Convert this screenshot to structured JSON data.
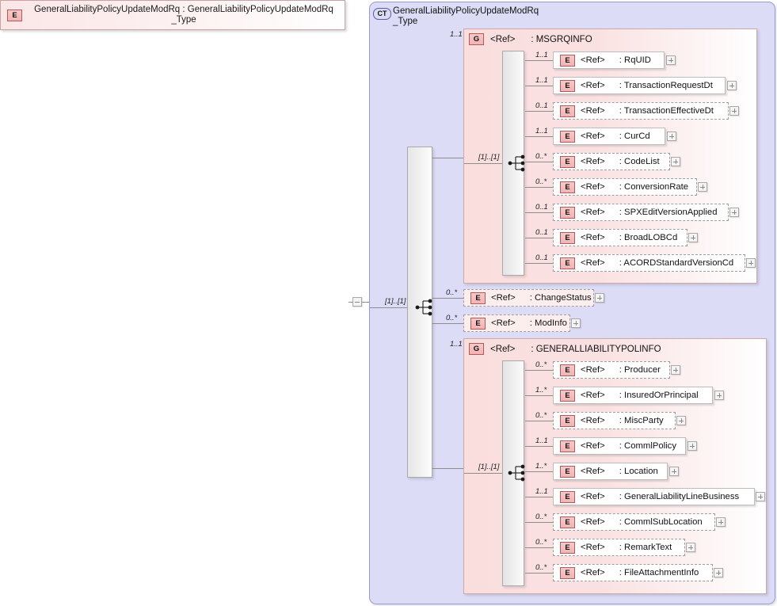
{
  "diagram": {
    "type": "xsd-schema-diagram",
    "root_element": {
      "badge": "E",
      "name": "GeneralLiabilityPolicyUpdateModRq",
      "type": "GeneralLiabilityPolicyUpdateModRq_Type",
      "label": "GeneralLiabilityPolicyUpdateModRq  : GeneralLiabilityPolicyUpdateModRq\n_Type",
      "expander": "minus"
    },
    "complex_type": {
      "badge": "CT",
      "title": "GeneralLiabilityPolicyUpdateModRq\n_Type",
      "sequence_label": "[1]..[1]"
    },
    "children": [
      {
        "kind": "group",
        "badge": "G",
        "ref": "<Ref>",
        "name": ": MSGRQINFO",
        "cardinality": "1..1",
        "sequence_label": "[1]..[1]",
        "members": [
          {
            "badge": "E",
            "ref": "<Ref>",
            "name": ": RqUID",
            "cardinality": "1..1",
            "optional": false
          },
          {
            "badge": "E",
            "ref": "<Ref>",
            "name": ": TransactionRequestDt",
            "cardinality": "1..1",
            "optional": false
          },
          {
            "badge": "E",
            "ref": "<Ref>",
            "name": ": TransactionEffectiveDt",
            "cardinality": "0..1",
            "optional": true
          },
          {
            "badge": "E",
            "ref": "<Ref>",
            "name": ": CurCd",
            "cardinality": "1..1",
            "optional": false
          },
          {
            "badge": "E",
            "ref": "<Ref>",
            "name": ": CodeList",
            "cardinality": "0..*",
            "optional": true
          },
          {
            "badge": "E",
            "ref": "<Ref>",
            "name": ": ConversionRate",
            "cardinality": "0..*",
            "optional": true
          },
          {
            "badge": "E",
            "ref": "<Ref>",
            "name": ": SPXEditVersionApplied",
            "cardinality": "0..1",
            "optional": true
          },
          {
            "badge": "E",
            "ref": "<Ref>",
            "name": ": BroadLOBCd",
            "cardinality": "0..1",
            "optional": true
          },
          {
            "badge": "E",
            "ref": "<Ref>",
            "name": ": ACORDStandardVersionCd",
            "cardinality": "0..1",
            "optional": true
          }
        ]
      },
      {
        "kind": "element",
        "badge": "E",
        "ref": "<Ref>",
        "name": ": ChangeStatus",
        "cardinality": "0..*",
        "optional": true
      },
      {
        "kind": "element",
        "badge": "E",
        "ref": "<Ref>",
        "name": ": ModInfo",
        "cardinality": "0..*",
        "optional": true
      },
      {
        "kind": "group",
        "badge": "G",
        "ref": "<Ref>",
        "name": ": GENERALLIABILITYPOLINFO",
        "cardinality": "1..1",
        "sequence_label": "[1]..[1]",
        "members": [
          {
            "badge": "E",
            "ref": "<Ref>",
            "name": ": Producer",
            "cardinality": "0..*",
            "optional": true
          },
          {
            "badge": "E",
            "ref": "<Ref>",
            "name": ": InsuredOrPrincipal",
            "cardinality": "1..*",
            "optional": false
          },
          {
            "badge": "E",
            "ref": "<Ref>",
            "name": ": MiscParty",
            "cardinality": "0..*",
            "optional": true
          },
          {
            "badge": "E",
            "ref": "<Ref>",
            "name": ": CommlPolicy",
            "cardinality": "1..1",
            "optional": false
          },
          {
            "badge": "E",
            "ref": "<Ref>",
            "name": ": Location",
            "cardinality": "1..*",
            "optional": false
          },
          {
            "badge": "E",
            "ref": "<Ref>",
            "name": ": GeneralLiabilityLineBusiness",
            "cardinality": "1..1",
            "optional": false
          },
          {
            "badge": "E",
            "ref": "<Ref>",
            "name": ": CommlSubLocation",
            "cardinality": "0..*",
            "optional": true
          },
          {
            "badge": "E",
            "ref": "<Ref>",
            "name": ": RemarkText",
            "cardinality": "0..*",
            "optional": true
          },
          {
            "badge": "E",
            "ref": "<Ref>",
            "name": ": FileAttachmentInfo",
            "cardinality": "0..*",
            "optional": true
          }
        ]
      }
    ],
    "colors": {
      "container_fill": "#dcdcf6",
      "container_border": "#9a9ad0",
      "group_fill": "#fadede",
      "element_badge": "#f2b4b4",
      "line": "#8d8d8d"
    }
  }
}
